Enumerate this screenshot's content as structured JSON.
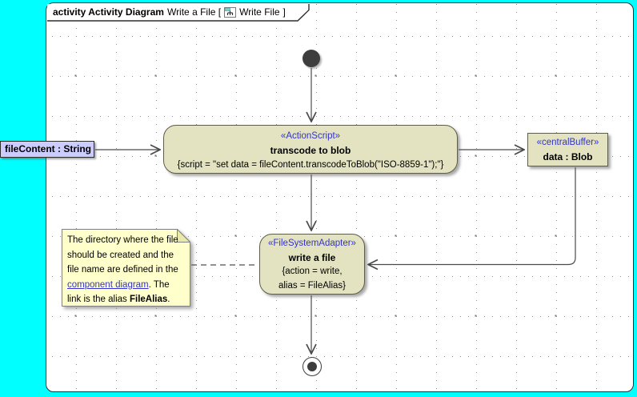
{
  "header": {
    "bold_title": "activity Activity Diagram",
    "name_pre": "Write a File [",
    "ref_name": "Write File",
    "bracket_close": "]"
  },
  "nodes": {
    "parameter": {
      "label": "fileContent : String"
    },
    "action_transcode": {
      "stereotype": "«ActionScript»",
      "name": "transcode to blob",
      "body": "{script = \"set data = fileContent.transcodeToBlob(\"ISO-8859-1\");\"}"
    },
    "central_buffer": {
      "stereotype": "«centralBuffer»",
      "name": "data : Blob"
    },
    "action_write": {
      "stereotype": "«FileSystemAdapter»",
      "name": "write a file",
      "body_line1": "{action = write,",
      "body_line2": "alias = FileAlias}"
    }
  },
  "note": {
    "text_part1": "The directory where the file should be created and the file name are defined in the ",
    "link_text": "component diagram",
    "text_part2": ". The link is the alias ",
    "bold_text": "FileAlias",
    "text_part3": "."
  },
  "colors": {
    "canvas_outside": "#00ffff",
    "node_fill": "#e3e3c1",
    "note_fill": "#ffffcc",
    "parameter_fill": "#ccccff",
    "stereotype_text": "#3333cc",
    "edge": "#4a4a4a"
  }
}
